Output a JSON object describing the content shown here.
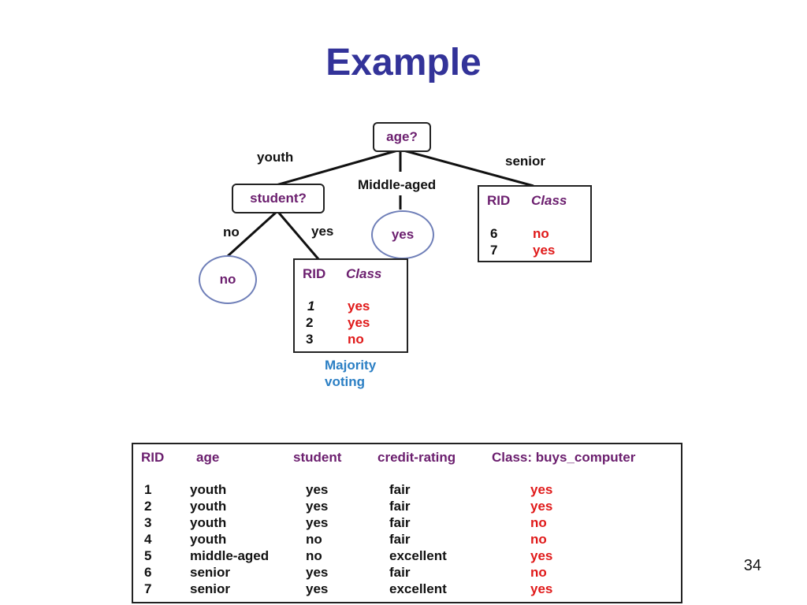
{
  "title": "Example",
  "page_number": "34",
  "tree": {
    "root": "age?",
    "branches": {
      "youth": "youth",
      "middle": "Middle-aged",
      "senior": "senior"
    },
    "student_node": "student?",
    "student_branches": {
      "no": "no",
      "yes": "yes"
    },
    "leaf_no": "no",
    "leaf_yes": "yes",
    "senior_table": {
      "headers": {
        "rid": "RID",
        "cls": "Class"
      },
      "rows": [
        {
          "rid": "6",
          "cls": "no"
        },
        {
          "rid": "7",
          "cls": "yes"
        }
      ]
    },
    "yes_table": {
      "headers": {
        "rid": "RID",
        "cls": "Class"
      },
      "rows": [
        {
          "rid": "1",
          "cls": "yes"
        },
        {
          "rid": "2",
          "cls": "yes"
        },
        {
          "rid": "3",
          "cls": "no"
        }
      ]
    },
    "note": {
      "line1": "Majority",
      "line2": "voting"
    }
  },
  "data_table": {
    "headers": {
      "rid": "RID",
      "age": "age",
      "student": "student",
      "credit": "credit-rating",
      "cls": "Class: buys_computer"
    },
    "rows": [
      {
        "rid": "1",
        "age": "youth",
        "student": "yes",
        "credit": "fair",
        "cls": "yes"
      },
      {
        "rid": "2",
        "age": "youth",
        "student": "yes",
        "credit": "fair",
        "cls": "yes"
      },
      {
        "rid": "3",
        "age": "youth",
        "student": "yes",
        "credit": "fair",
        "cls": "no"
      },
      {
        "rid": "4",
        "age": "youth",
        "student": "no",
        "credit": "fair",
        "cls": "no"
      },
      {
        "rid": "5",
        "age": "middle-aged",
        "student": "no",
        "credit": "excellent",
        "cls": "yes"
      },
      {
        "rid": "6",
        "age": "senior",
        "student": "yes",
        "credit": "fair",
        "cls": "no"
      },
      {
        "rid": "7",
        "age": "senior",
        "student": "yes",
        "credit": "excellent",
        "cls": "yes"
      }
    ]
  },
  "colors": {
    "title": "#333399",
    "purple": "#6b1e6e",
    "red": "#e01a1a",
    "blue": "#2b7fc4"
  }
}
